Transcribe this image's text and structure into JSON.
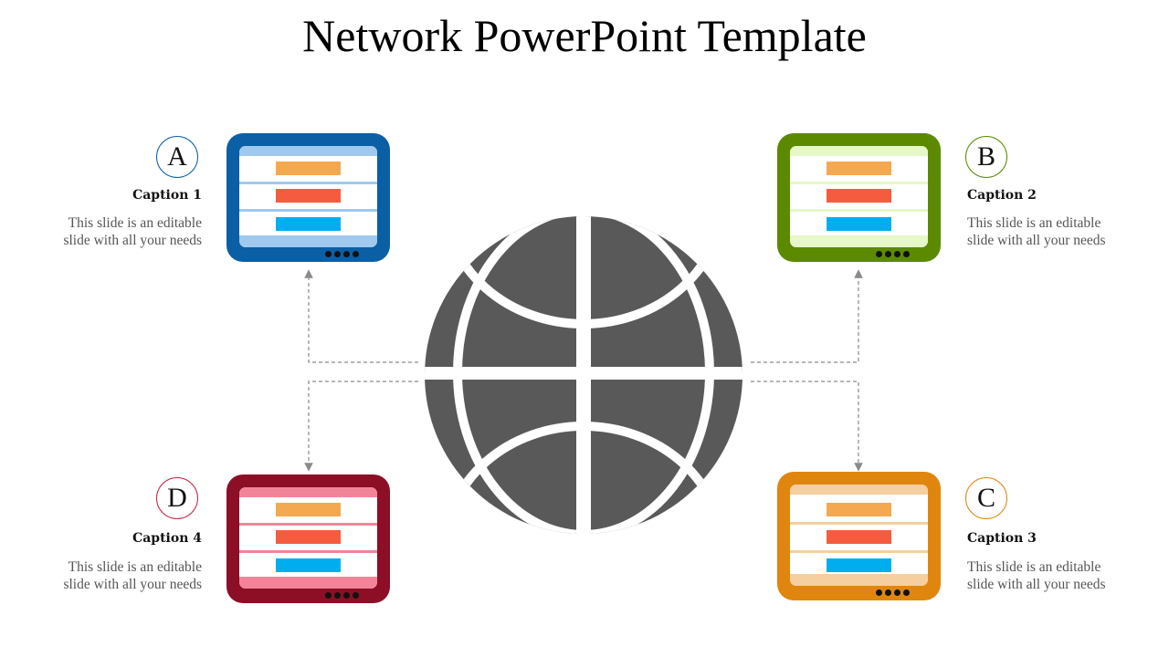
{
  "title": "Network PowerPoint Template",
  "colors": {
    "globe": "#595959",
    "blue": "#0b5fa5",
    "blue_light": "#9fc9ee",
    "green": "#5b8a00",
    "green_light": "#e6f7c8",
    "red": "#8c0f25",
    "red_light": "#f2849a",
    "orange": "#e0860f",
    "orange_light": "#f5cfa0",
    "bar_orange": "#f4a950",
    "bar_red": "#f55c3f",
    "bar_blue": "#00aef0",
    "connector": "#8a8a8a"
  },
  "cards": [
    {
      "letter": "A",
      "caption": "Caption 1",
      "desc_line1": "This slide is an editable",
      "desc_line2": "slide with all your needs"
    },
    {
      "letter": "B",
      "caption": "Caption 2",
      "desc_line1": "This slide is an editable",
      "desc_line2": "slide with all your needs"
    },
    {
      "letter": "C",
      "caption": "Caption 3",
      "desc_line1": "This slide is an editable",
      "desc_line2": "slide with all your needs"
    },
    {
      "letter": "D",
      "caption": "Caption 4",
      "desc_line1": "This slide is an editable",
      "desc_line2": "slide with all your needs"
    }
  ]
}
